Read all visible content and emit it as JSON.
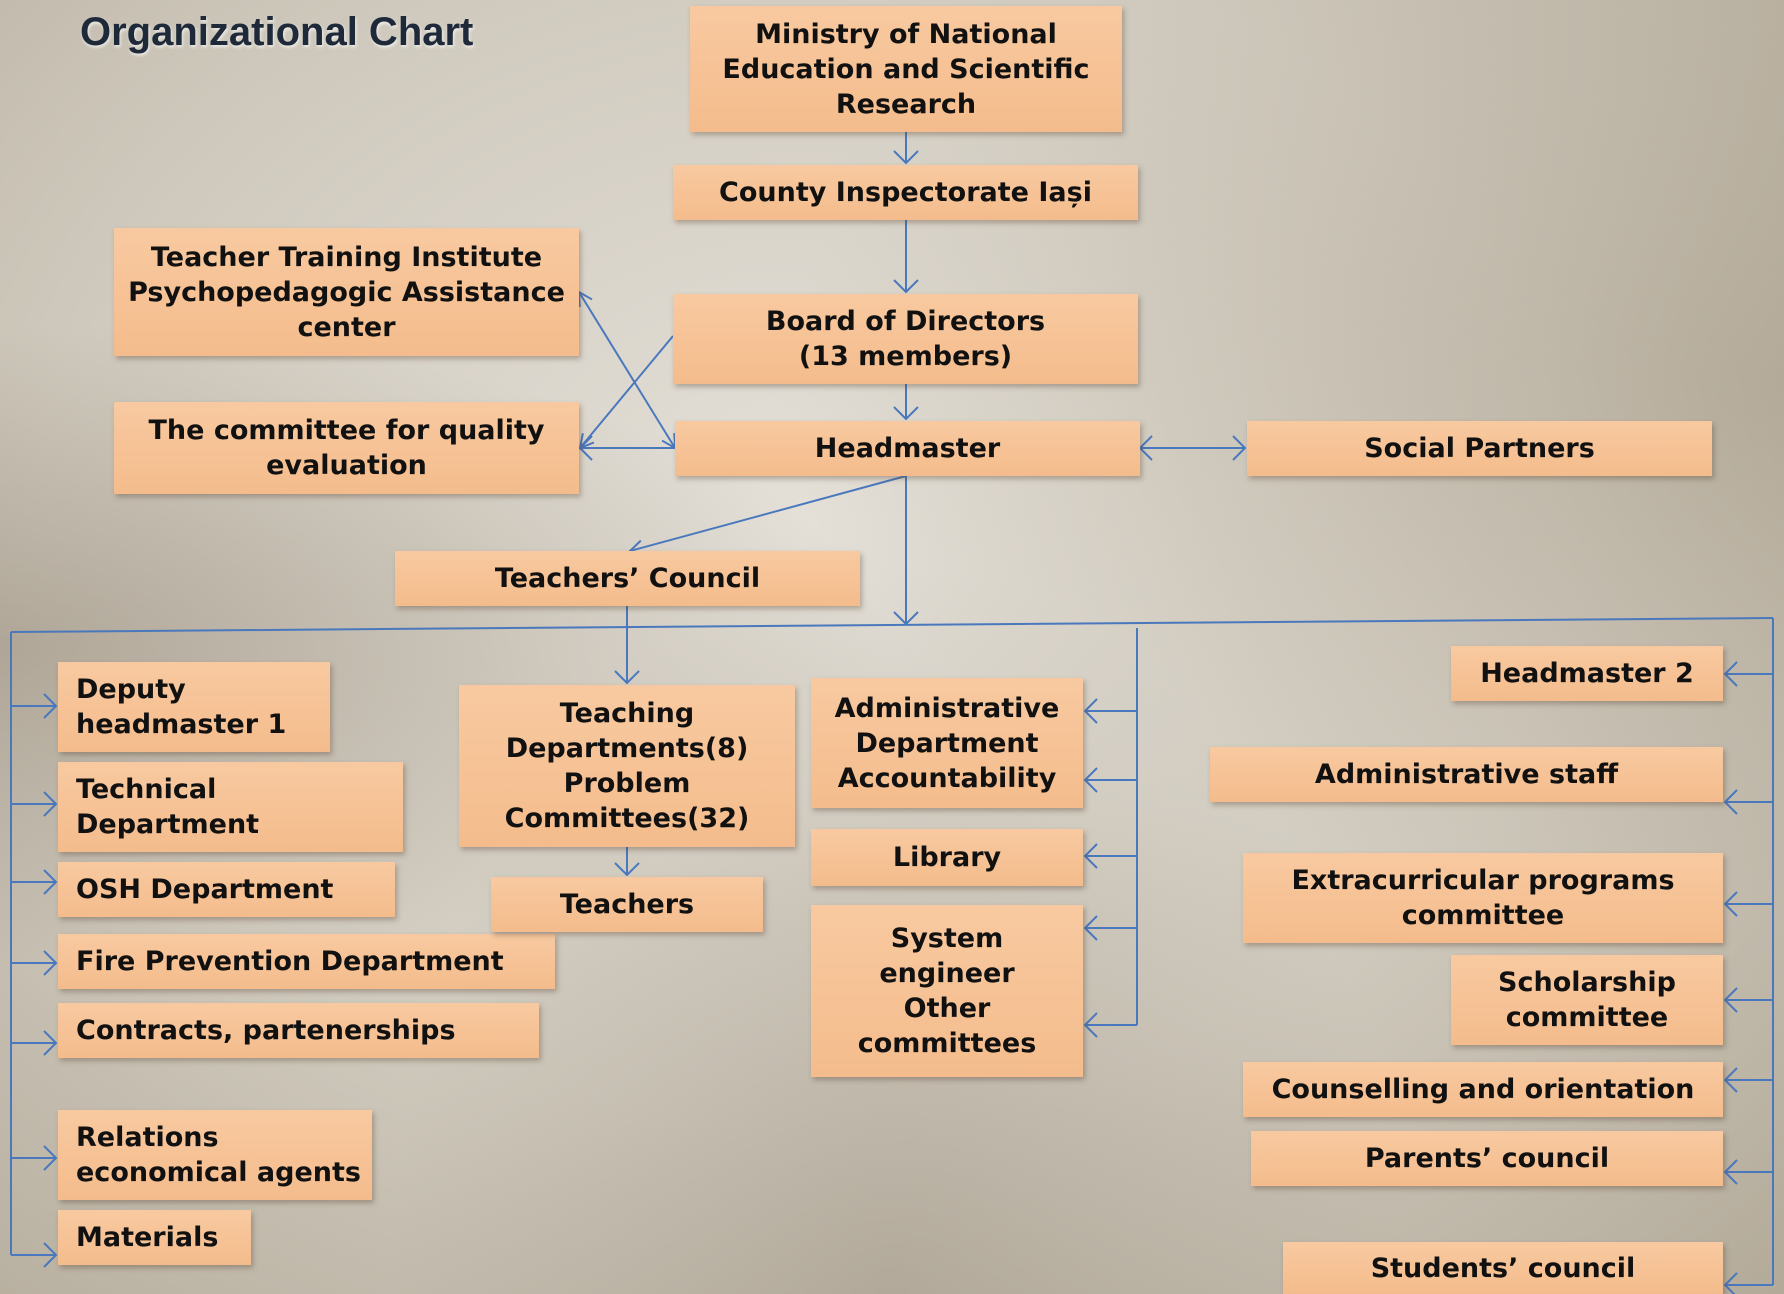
{
  "title": "Organizational Chart",
  "colors": {
    "box_fill": "#f4bc8c",
    "connector": "#4a78bd",
    "text": "#111111",
    "title": "#1e2a3a"
  },
  "nodes": {
    "ministry": [
      "Ministry of National",
      "Education and Scientific",
      "Research"
    ],
    "county": [
      "County Inspectorate Iași"
    ],
    "teacher_training": [
      "Teacher Training Institute",
      "Psychopedagogic Assistance",
      "center"
    ],
    "board": [
      "Board of Directors",
      "(13 members)"
    ],
    "quality": [
      "The committee for quality",
      "evaluation"
    ],
    "headmaster": [
      "Headmaster"
    ],
    "social_partners": [
      "Social Partners"
    ],
    "teachers_council": [
      "Teachers’ Council"
    ],
    "left_branch": [
      [
        "Deputy",
        "headmaster 1"
      ],
      [
        "Technical",
        "Department"
      ],
      [
        "OSH Department"
      ],
      [
        "Fire Prevention Department"
      ],
      [
        "Contracts, partenerships"
      ],
      [
        "Relations",
        "economical agents"
      ],
      [
        "Materials"
      ]
    ],
    "teaching": [
      "Teaching",
      "Departments(8)",
      "Problem",
      "Committees(32)"
    ],
    "teachers": [
      "Teachers"
    ],
    "center_branch": [
      [
        "Administrative",
        "Department",
        "Accountability"
      ],
      [
        "Library"
      ],
      [
        "System",
        "engineer",
        "Other",
        "committees"
      ]
    ],
    "right_branch": [
      [
        "Headmaster 2"
      ],
      [
        "Administrative staff"
      ],
      [
        "Extracurricular programs",
        "committee"
      ],
      [
        "Scholarship",
        "committee"
      ],
      [
        "Counselling and orientation"
      ],
      [
        "Parents’ council"
      ],
      [
        "Students’ council"
      ]
    ]
  }
}
